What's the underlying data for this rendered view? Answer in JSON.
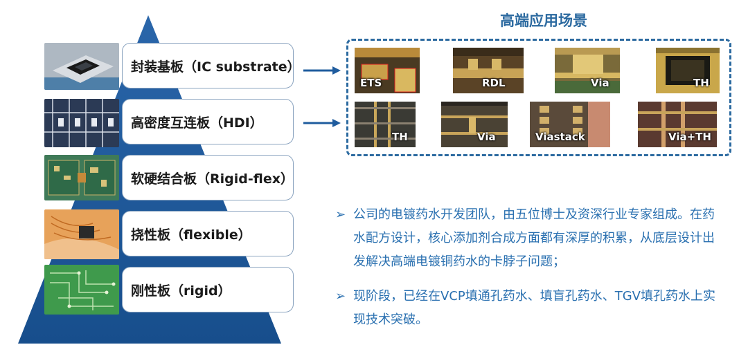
{
  "pyramid": {
    "color": "#1f5c9e",
    "tiers": [
      {
        "label": "封装基板（IC substrate）",
        "icon": "ic-substrate-photo"
      },
      {
        "label": "高密度互连板（HDI）",
        "icon": "hdi-board-photo"
      },
      {
        "label": "软硬结合板（Rigid-flex）",
        "icon": "rigid-flex-photo"
      },
      {
        "label": "挠性板（flexible）",
        "icon": "flexible-board-photo"
      },
      {
        "label": "刚性板（rigid）",
        "icon": "rigid-board-photo"
      }
    ]
  },
  "applications": {
    "title": "高端应用场景",
    "accent": "#2c6aa0",
    "row1": [
      {
        "label": "ETS"
      },
      {
        "label": "RDL"
      },
      {
        "label": "Via"
      },
      {
        "label": "TH"
      }
    ],
    "row2": [
      {
        "label": "TH"
      },
      {
        "label": "Via"
      },
      {
        "label": "Viastack"
      },
      {
        "label": "Via+TH"
      }
    ]
  },
  "bullets": [
    {
      "mark": "➢",
      "text": "公司的电镀药水开发团队，由五位博士及资深行业专家组成。在药水配方设计，核心添加剂合成方面都有深厚的积累，从底层设计出发解决高端电镀铜药水的卡脖子问题；"
    },
    {
      "mark": "➢",
      "text": "现阶段，已经在VCP填通孔药水、填盲孔药水、TGV填孔药水上实现技术突破。"
    }
  ]
}
